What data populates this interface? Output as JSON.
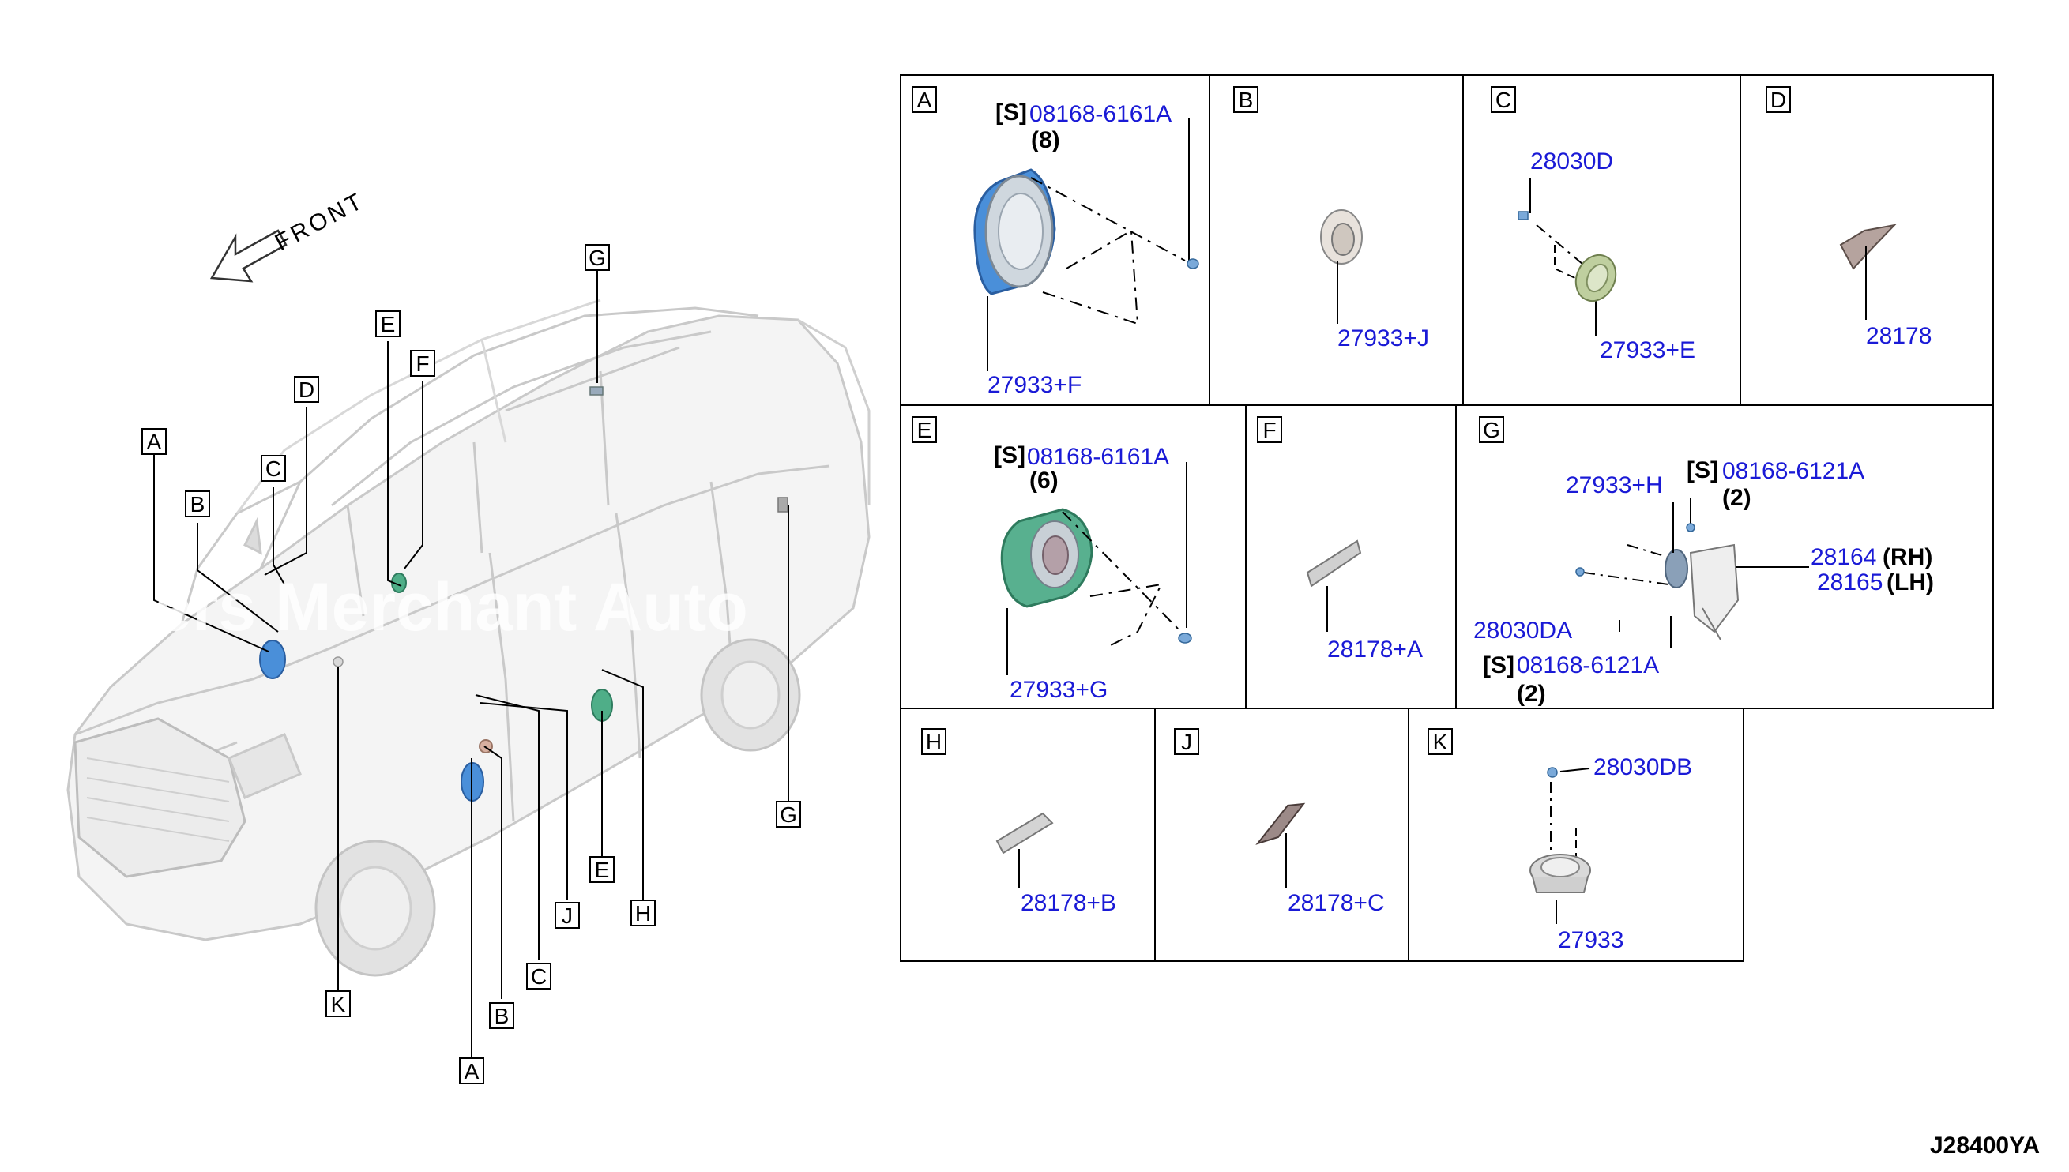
{
  "front_label": "FRONT",
  "diagram_code": "J28400YA",
  "watermark": "ers Merchant Auto",
  "callouts": [
    "A",
    "B",
    "C",
    "D",
    "E",
    "F",
    "G",
    "A",
    "B",
    "C",
    "J",
    "E",
    "H",
    "G",
    "K"
  ],
  "panels": {
    "A": {
      "letter": "A",
      "s_tag": "[S]",
      "bolt": "08168-6161A",
      "qty": "(8)",
      "part": "27933+F"
    },
    "B": {
      "letter": "B",
      "part": "27933+J"
    },
    "C": {
      "letter": "C",
      "clip": "28030D",
      "part": "27933+E"
    },
    "D": {
      "letter": "D",
      "part": "28178"
    },
    "E": {
      "letter": "E",
      "s_tag": "[S]",
      "bolt": "08168-6161A",
      "qty": "(6)",
      "part": "27933+G"
    },
    "F": {
      "letter": "F",
      "part": "28178+A"
    },
    "G": {
      "letter": "G",
      "part_h": "27933+H",
      "s_tag1": "[S]",
      "bolt1": "08168-6121A",
      "qty1": "(2)",
      "rh_part": "28164",
      "rh": "(RH)",
      "lh_part": "28165",
      "lh": "(LH)",
      "clip": "28030DA",
      "s_tag2": "[S]",
      "bolt2": "08168-6121A",
      "qty2": "(2)"
    },
    "H": {
      "letter": "H",
      "part": "28178+B"
    },
    "J": {
      "letter": "J",
      "part": "28178+C"
    },
    "K": {
      "letter": "K",
      "clip": "28030DB",
      "part": "27933"
    }
  }
}
